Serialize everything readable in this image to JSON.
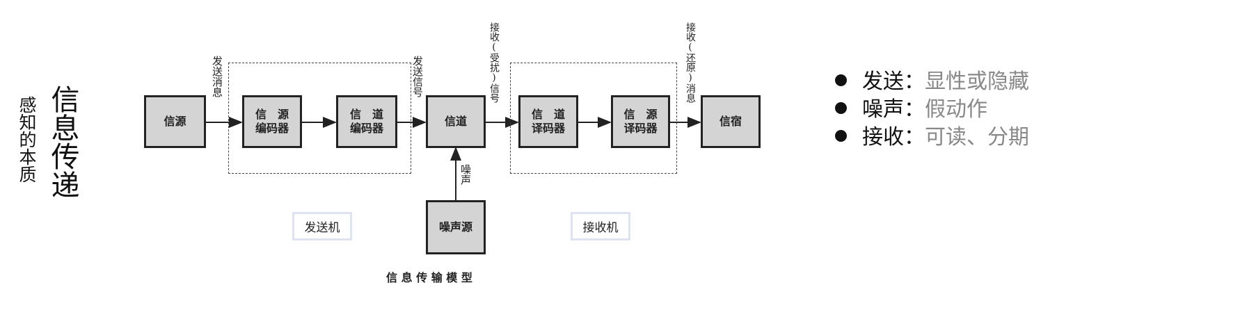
{
  "title": {
    "main": "信息传递",
    "sub": "感知的本质"
  },
  "diagram": {
    "boxes": {
      "source": [
        "信源"
      ],
      "source_encoder": [
        "信　源",
        "编码器"
      ],
      "channel_encoder": [
        "信　道",
        "编码器"
      ],
      "channel": [
        "信道"
      ],
      "channel_decoder": [
        "信　道",
        "译码器"
      ],
      "source_decoder": [
        "信　源",
        "译码器"
      ],
      "sink": [
        "信宿"
      ],
      "noise_source": [
        "噪声源"
      ]
    },
    "edge_labels": {
      "send_message": "发送消息",
      "send_signal": "发送信号",
      "received_signal": "接收(受扰)信号",
      "received_message": "接收(还原)消息",
      "noise": "噪声"
    },
    "groups": {
      "transmitter": "发送机",
      "receiver": "接收机"
    },
    "caption": "信 息 传 输 模 型"
  },
  "bullets": [
    {
      "key": "发送：",
      "value": "显性或隐藏"
    },
    {
      "key": "噪声：",
      "value": "假动作"
    },
    {
      "key": "接收：",
      "value": "可读、分期"
    }
  ]
}
